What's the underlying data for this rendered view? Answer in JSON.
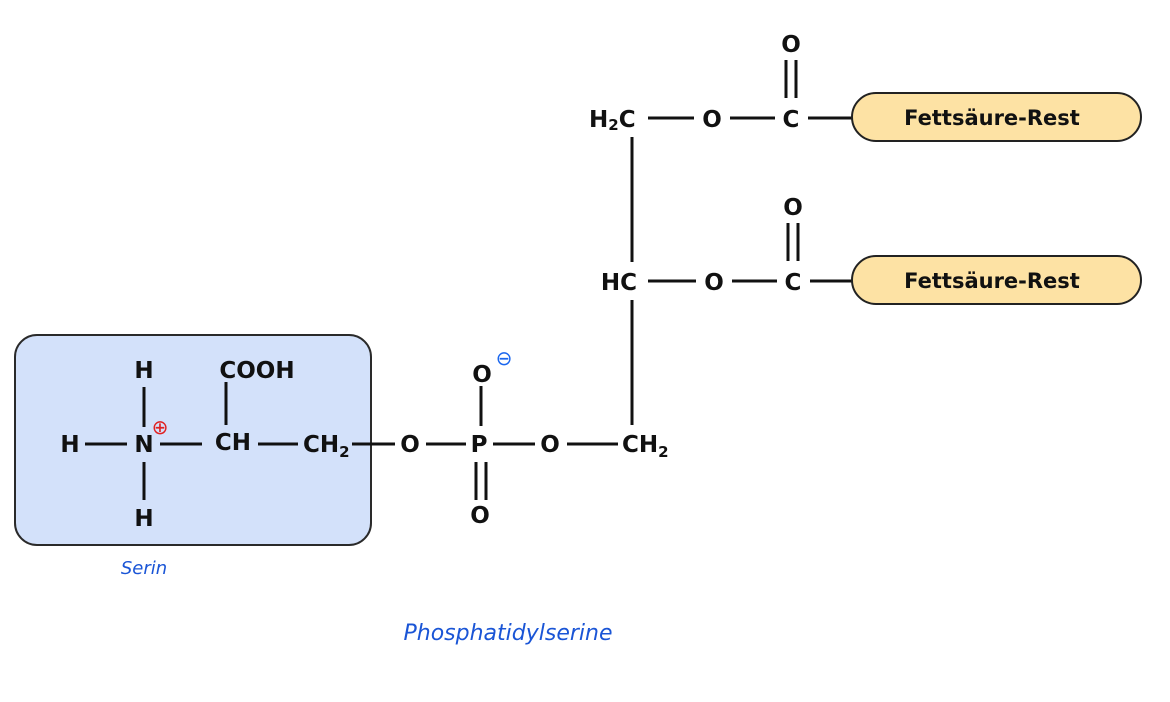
{
  "diagram": {
    "title": "Phosphatidylserine",
    "colors": {
      "serin_box_fill": "#d3e1fa",
      "fatty_acid_box_fill": "#fde2a4",
      "caption_color": "#1a55d6",
      "positive_charge_color": "#e02020",
      "negative_charge_color": "#1a66ee"
    },
    "serin": {
      "label": "Serin",
      "atoms": {
        "h_top": "H",
        "h_left": "H",
        "h_bottom": "H",
        "n": "N",
        "n_charge": "⊕",
        "cooh": "COOH",
        "ch": "CH",
        "ch2_main": "CH",
        "ch2_sub": "2"
      }
    },
    "phosphate": {
      "o_left": "O",
      "p": "P",
      "o_right": "O",
      "o_top": "O",
      "o_top_charge": "⊖",
      "o_bottom": "O"
    },
    "glycerol": {
      "c1_h": "H",
      "c1_sub": "2",
      "c1_c": "C",
      "c2": "HC",
      "c3_main": "CH",
      "c3_sub": "2"
    },
    "ester_top": {
      "o_link": "O",
      "c": "C",
      "o_carbonyl": "O",
      "rest_label": "Fettsäure-Rest"
    },
    "ester_middle": {
      "o_link": "O",
      "c": "C",
      "o_carbonyl": "O",
      "rest_label": "Fettsäure-Rest"
    }
  }
}
